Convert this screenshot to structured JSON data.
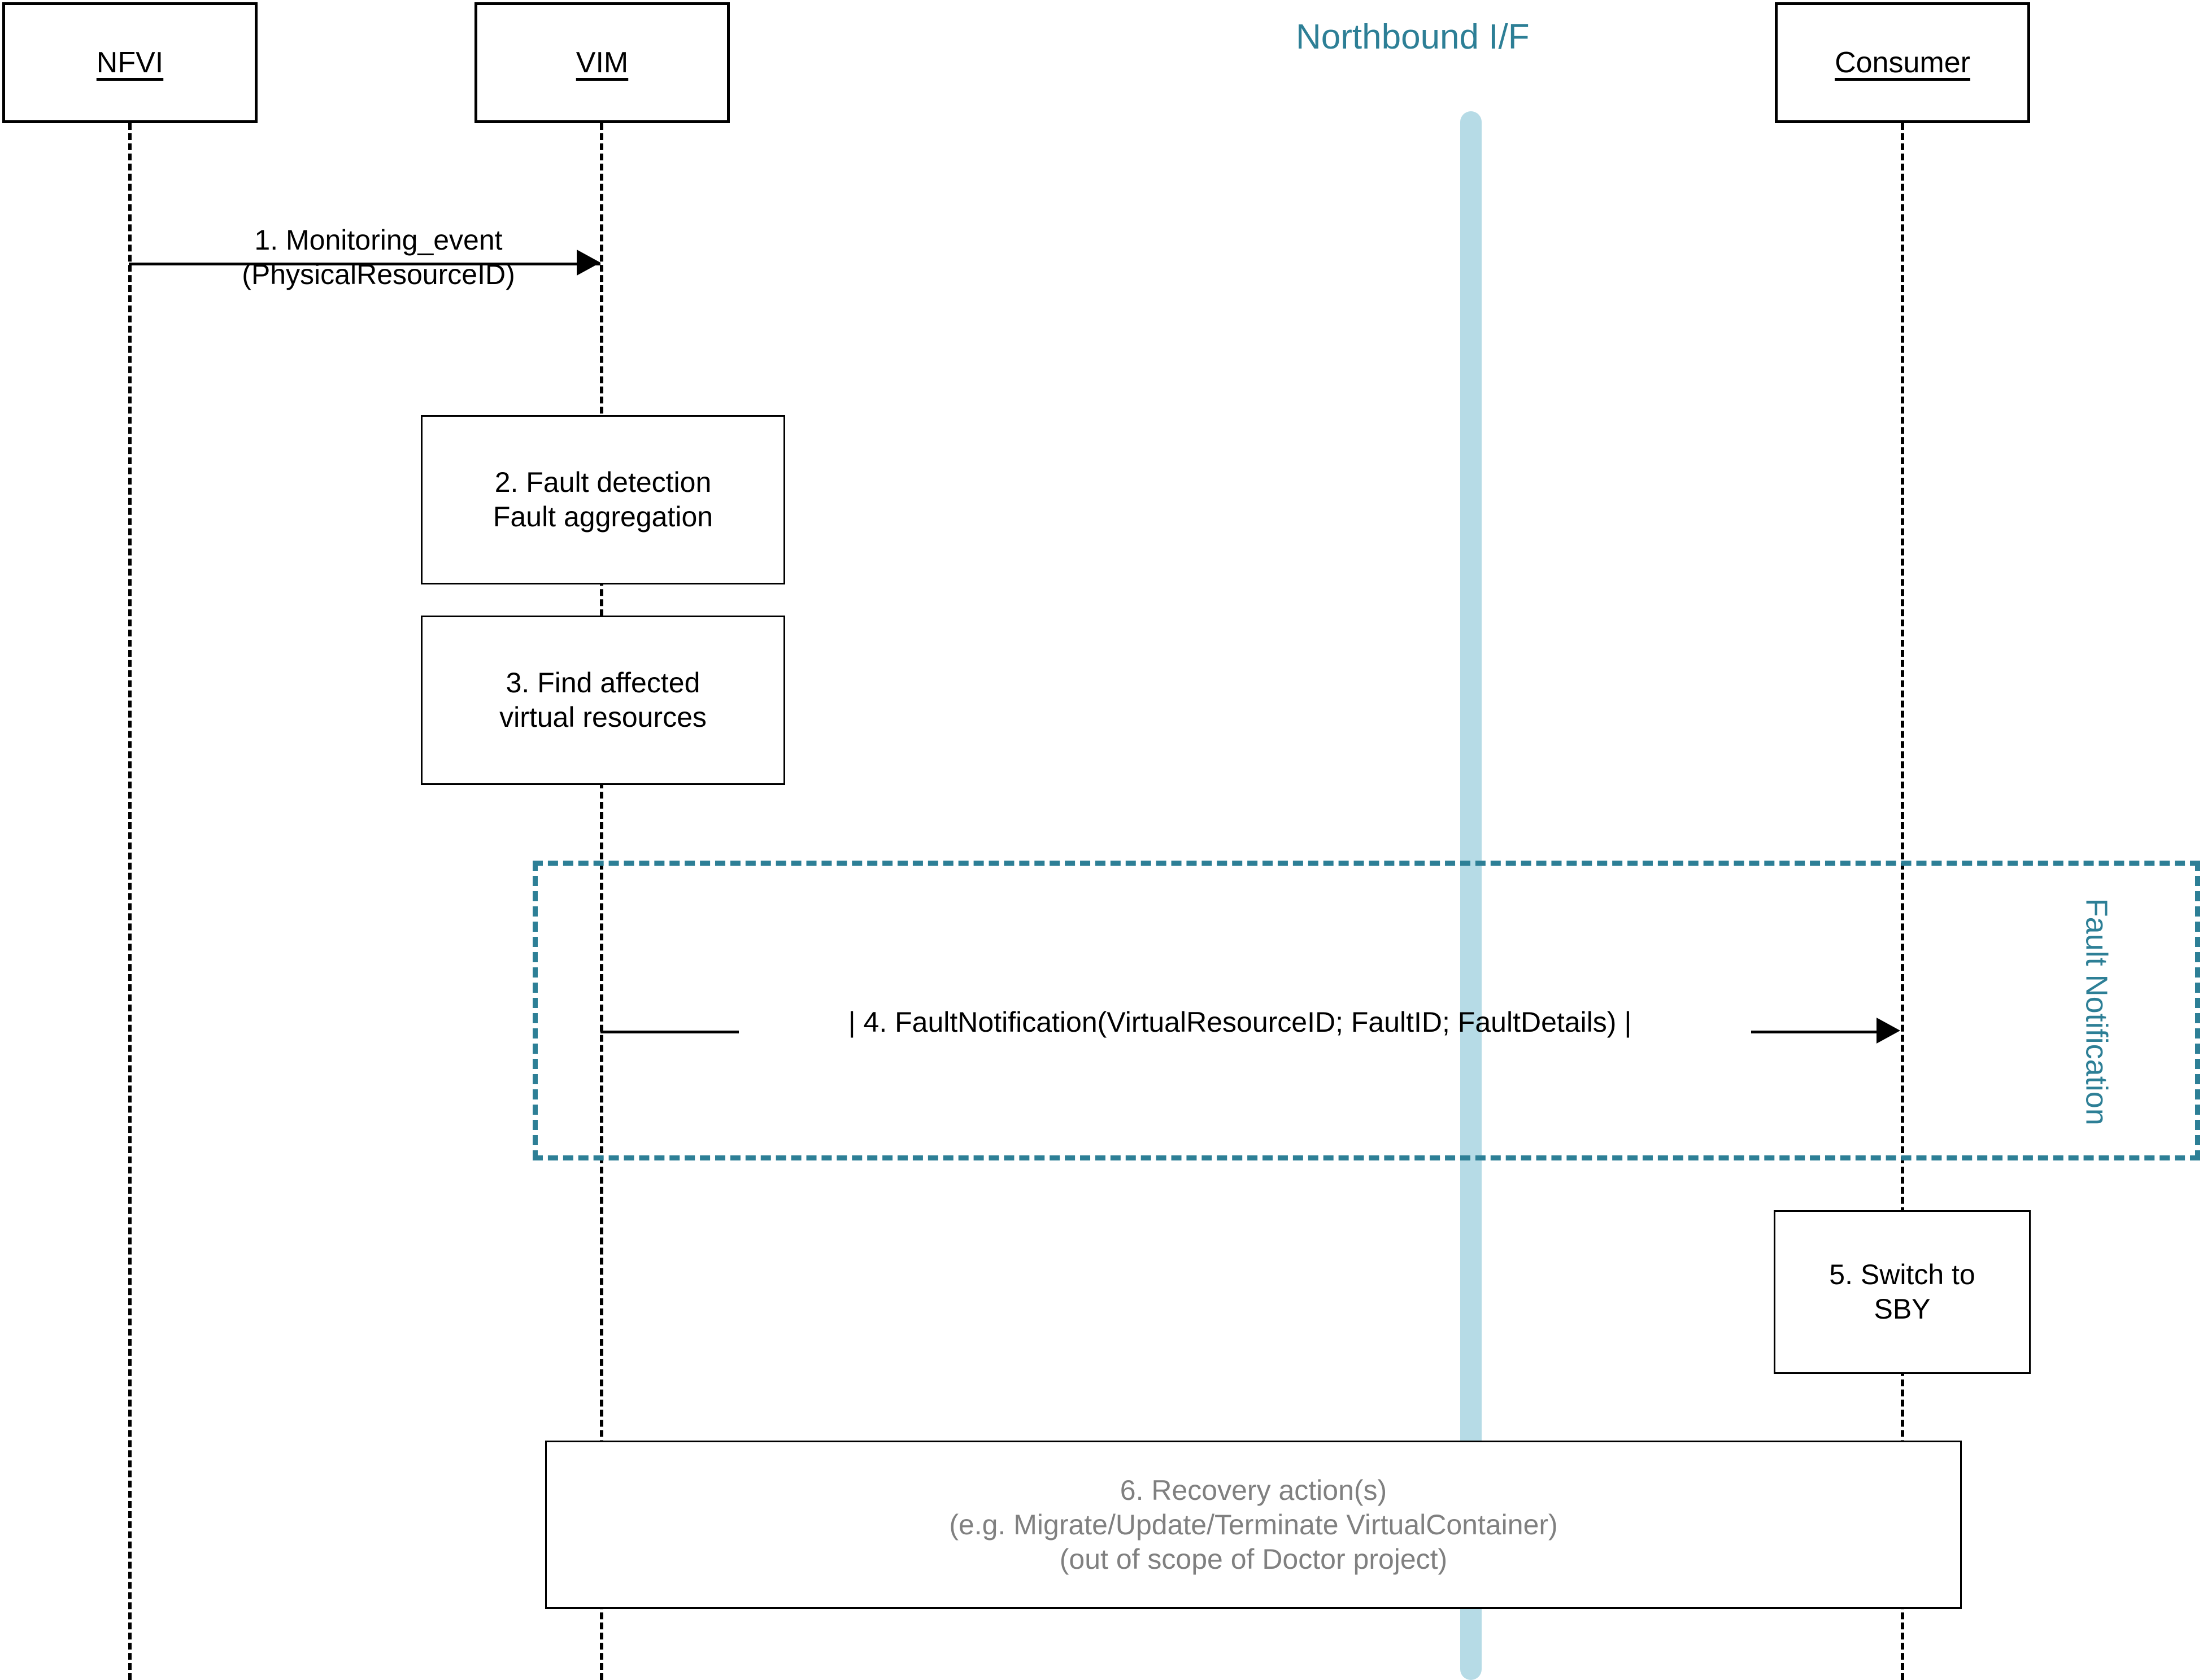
{
  "diagram": {
    "title_interface": "Northbound I/F",
    "accent_color": "#2d7f96",
    "interface_bar_color": "#b6dbe6",
    "line_color": "#000000",
    "muted_text_color": "#808080"
  },
  "participants": [
    {
      "name": "NFVI"
    },
    {
      "name": "VIM"
    },
    {
      "name": "Consumer"
    }
  ],
  "messages": [
    {
      "id": "msg-1",
      "from": "NFVI",
      "to": "VIM",
      "label_line1": "1. Monitoring_event",
      "label_line2": "(PhysicalResourceID)"
    },
    {
      "id": "msg-4",
      "from": "VIM",
      "to": "Consumer",
      "label_line1": "| 4. FaultNotification(VirtualResourceID; FaultID; FaultDetails) |"
    }
  ],
  "actions": [
    {
      "id": "action-2",
      "actor": "VIM",
      "line1": "2. Fault detection",
      "line2": "Fault aggregation"
    },
    {
      "id": "action-3",
      "actor": "VIM",
      "line1": "3. Find affected",
      "line2": "virtual resources"
    },
    {
      "id": "action-5",
      "actor": "Consumer",
      "line1": "5. Switch to",
      "line2": "SBY"
    },
    {
      "id": "action-6",
      "actor": "span",
      "line1": "6. Recovery action(s)",
      "line2": "(e.g. Migrate/Update/Terminate VirtualContainer)",
      "line3": "(out of scope of Doctor project)"
    }
  ],
  "frames": [
    {
      "id": "frame-fault-notification",
      "label": "Fault Notification"
    }
  ]
}
